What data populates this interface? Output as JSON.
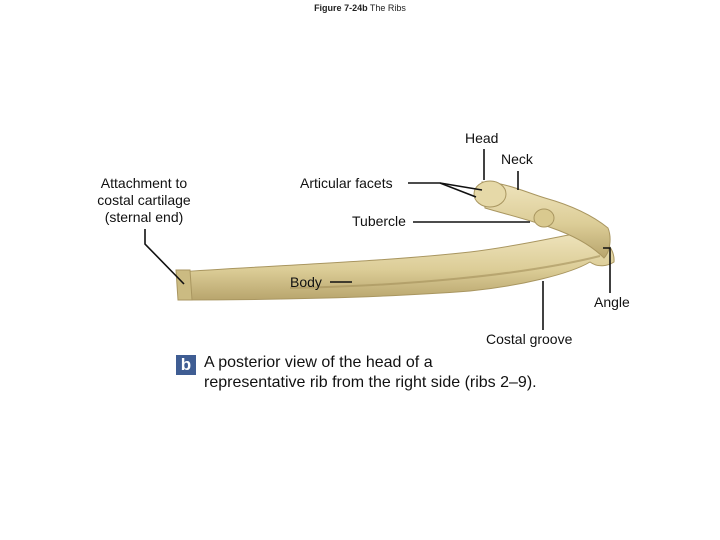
{
  "figure": {
    "number": "Figure 7-24b",
    "title": "The Ribs"
  },
  "labels": {
    "head": "Head",
    "neck": "Neck",
    "attachment_line1": "Attachment to",
    "attachment_line2": "costal cartilage",
    "attachment_line3": "(sternal end)",
    "articular_facets": "Articular facets",
    "tubercle": "Tubercle",
    "body": "Body",
    "angle": "Angle",
    "costal_groove": "Costal groove"
  },
  "caption": {
    "badge": "b",
    "line1": "A posterior view of the head of a",
    "line2": "representative rib from the right side (ribs 2–9)."
  },
  "colors": {
    "bone_light": "#e8dcae",
    "bone_mid": "#d3c38c",
    "bone_dark": "#b3a068",
    "badge": "#3f5d93"
  }
}
